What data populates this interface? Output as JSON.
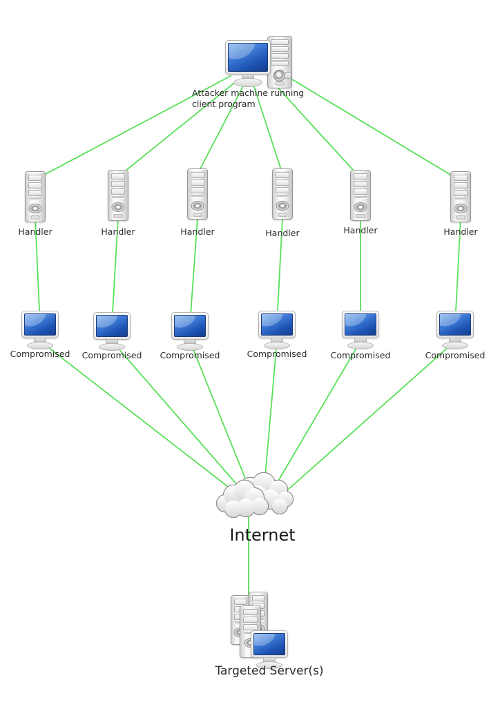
{
  "colors": {
    "link_green": "#57e057",
    "screen_blue": "#2a62c4",
    "body_gray": "#ececec",
    "outline_gray": "#8f8f8f",
    "text": "#2b2b2b"
  },
  "attacker": {
    "label": "Attacker machine running client program"
  },
  "handlers": [
    {
      "label": "Handler"
    },
    {
      "label": "Handler"
    },
    {
      "label": "Handler"
    },
    {
      "label": "Handler"
    },
    {
      "label": "Handler"
    },
    {
      "label": "Handler"
    }
  ],
  "compromised": [
    {
      "label": "Compromised"
    },
    {
      "label": "Compromised"
    },
    {
      "label": "Compromised"
    },
    {
      "label": "Compromised"
    },
    {
      "label": "Compromised"
    },
    {
      "label": "Compromised"
    }
  ],
  "internet": {
    "label": "Internet"
  },
  "target": {
    "label": "Targeted Server(s)"
  }
}
